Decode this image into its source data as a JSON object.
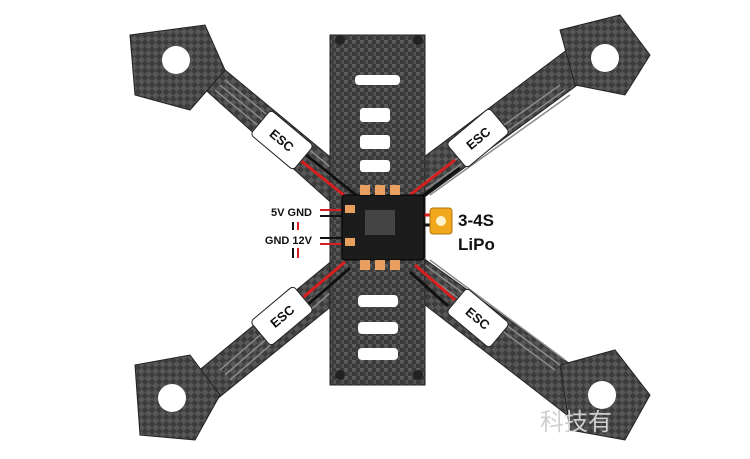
{
  "labels": {
    "esc_top_left": "ESC",
    "esc_top_right": "ESC",
    "esc_bottom_left": "ESC",
    "esc_bottom_right": "ESC",
    "power_5v_gnd": "5V GND",
    "power_gnd_12v": "GND 12V",
    "battery_cells": "3-4S",
    "battery_type": "LiPo"
  },
  "watermark_text": "科技有",
  "colors": {
    "carbon_dark": "#2b2b2b",
    "carbon_light": "#5a5a5a",
    "wire_red": "#d81e1e",
    "wire_black": "#111111",
    "pdb_board": "#1c1c1c",
    "xt60_yellow": "#f2a81d",
    "label_background": "#ffffff"
  }
}
